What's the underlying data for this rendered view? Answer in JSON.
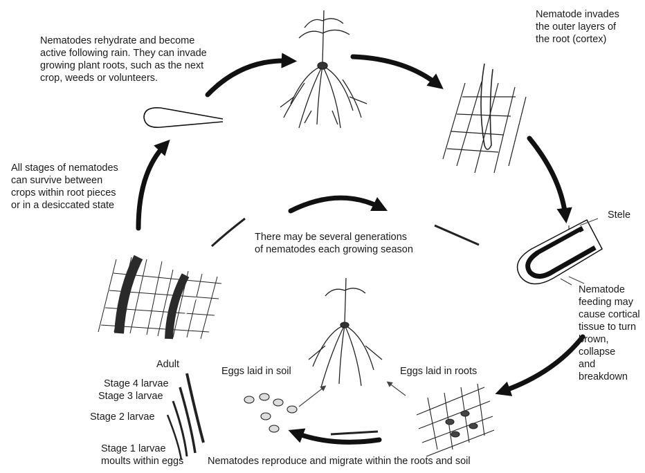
{
  "labels": {
    "rehydrate": "Nematodes rehydrate and become\nactive following rain. They can invade\ngrowing plant roots, such as the next\ncrop, weeds or volunteers.",
    "invades": "Nematode invades\nthe outer layers of\nthe root (cortex)",
    "survive": "All stages of nematodes\ncan survive between\ncrops within root pieces\nor in a desiccated state",
    "generations": "There may be several generations\nof nematodes each growing season",
    "stele": "Stele",
    "feeding": "Nematode\nfeeding may\ncause cortical\ntissue to turn\nbrown, collapse\nand breakdown",
    "adult": "Adult",
    "stage4": "Stage 4 larvae",
    "stage3": "Stage 3 larvae",
    "stage2": "Stage 2 larvae",
    "stage1": "Stage 1 larvae\nmoults within eggs",
    "eggs_soil": "Eggs laid in soil",
    "eggs_roots": "Eggs laid in roots",
    "reproduce": "Nematodes reproduce and migrate within the roots and soil"
  },
  "colors": {
    "ink": "#111111",
    "lesion": "#2a2a2a"
  }
}
